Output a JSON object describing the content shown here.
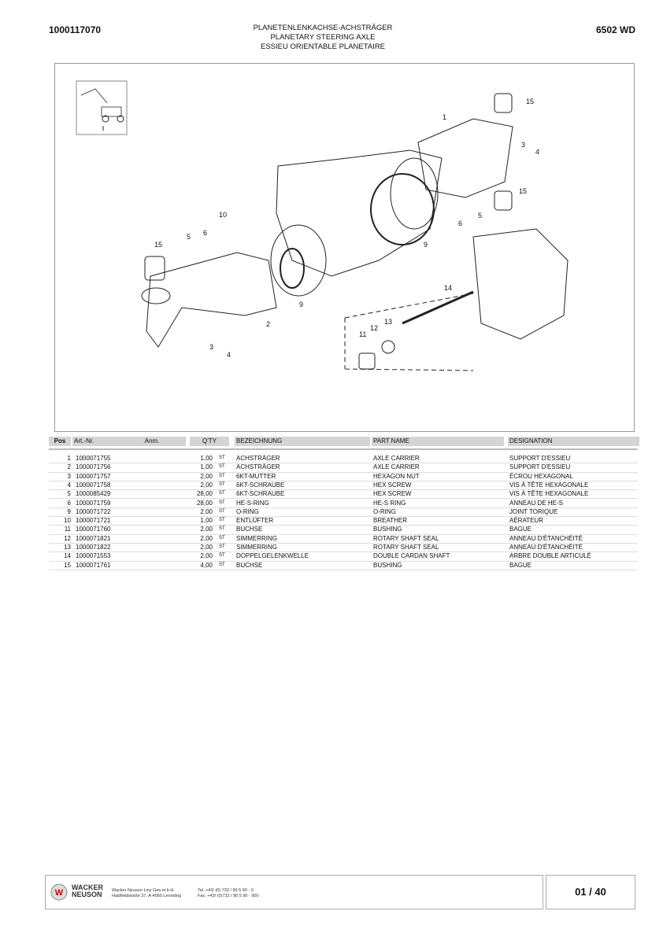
{
  "header": {
    "doc_number": "1000117070",
    "model": "6502 WD",
    "title_de": "PLANETENLENKACHSE-ACHSTRÄGER",
    "title_en": "PLANETARY STEERING AXLE",
    "title_fr": "ESSIEU ORIENTABLE PLANETAIRE"
  },
  "diagram": {
    "callouts": [
      "15",
      "1",
      "3",
      "4",
      "15",
      "5",
      "6",
      "9",
      "10",
      "5",
      "6",
      "15",
      "9",
      "2",
      "3",
      "4",
      "14",
      "12",
      "13",
      "11"
    ]
  },
  "table": {
    "headers": {
      "pos": "Pos",
      "art": "Art.-Nr.",
      "anm": "Anm.",
      "qty": "Q'TY",
      "bez": "BEZEICHNUNG",
      "part": "PART NAME",
      "desig": "DESIGNATION"
    },
    "rows": [
      {
        "pos": "1",
        "art": "1000071755",
        "qty": "1,00",
        "unit": "ST",
        "bez": "ACHSTRÄGER",
        "part": "AXLE CARRIER",
        "desig": "SUPPORT D'ESSIEU"
      },
      {
        "pos": "2",
        "art": "1000071756",
        "qty": "1,00",
        "unit": "ST",
        "bez": "ACHSTRÄGER",
        "part": "AXLE CARRIER",
        "desig": "SUPPORT D'ESSIEU"
      },
      {
        "pos": "3",
        "art": "1000071757",
        "qty": "2,00",
        "unit": "ST",
        "bez": "6KT-MUTTER",
        "part": "HEXAGON NUT",
        "desig": "ÉCROU HEXAGONAL"
      },
      {
        "pos": "4",
        "art": "1000071758",
        "qty": "2,00",
        "unit": "ST",
        "bez": "6KT-SCHRAUBE",
        "part": "HEX SCREW",
        "desig": "VIS À TÊTE HEXAGONALE"
      },
      {
        "pos": "5",
        "art": "1000085429",
        "qty": "28,00",
        "unit": "ST",
        "bez": "6KT-SCHRAUBE",
        "part": "HEX SCREW",
        "desig": "VIS À TÊTE HEXAGONALE"
      },
      {
        "pos": "6",
        "art": "1000071759",
        "qty": "28,00",
        "unit": "ST",
        "bez": "HE-S-RING",
        "part": "HE-S RING",
        "desig": "ANNEAU DE HE-S"
      },
      {
        "pos": "9",
        "art": "1000071722",
        "qty": "2,00",
        "unit": "ST",
        "bez": "O-RING",
        "part": "O-RING",
        "desig": "JOINT TORIQUE"
      },
      {
        "pos": "10",
        "art": "1000071721",
        "qty": "1,00",
        "unit": "ST",
        "bez": "ENTLÜFTER",
        "part": "BREATHER",
        "desig": "AÉRATEUR"
      },
      {
        "pos": "11",
        "art": "1000071760",
        "qty": "2,00",
        "unit": "ST",
        "bez": "BUCHSE",
        "part": "BUSHING",
        "desig": "BAGUE"
      },
      {
        "pos": "12",
        "art": "1000071821",
        "qty": "2,00",
        "unit": "ST",
        "bez": "SIMMERRING",
        "part": "ROTARY SHAFT SEAL",
        "desig": "ANNEAU D'ÉTANCHÉITÉ"
      },
      {
        "pos": "13",
        "art": "1000071822",
        "qty": "2,00",
        "unit": "ST",
        "bez": "SIMMERRING",
        "part": "ROTARY SHAFT SEAL",
        "desig": "ANNEAU D'ÉTANCHÉITÉ"
      },
      {
        "pos": "14",
        "art": "1000071553",
        "qty": "2,00",
        "unit": "ST",
        "bez": "DOPPELGELENKWELLE",
        "part": "DOUBLE CARDAN SHAFT",
        "desig": "ARBRE DOUBLE ARTICULÉ"
      },
      {
        "pos": "15",
        "art": "1000071761",
        "qty": "4,00",
        "unit": "ST",
        "bez": "BUCHSE",
        "part": "BUSHING",
        "desig": "BAGUE"
      }
    ]
  },
  "footer": {
    "brand_line1": "WACKER",
    "brand_line2": "NEUSON",
    "company": "Wacker Neuson Linz Ges.m.b.H.",
    "address": "Haidfeldstraße 37, A-4060 Leonding",
    "tel": "Tel. +43/ (0) 732 / 90 5 90 - 0",
    "fax": "Fax. +43/ (0)732 / 90 5 90 - 900",
    "page": "01 / 40"
  }
}
